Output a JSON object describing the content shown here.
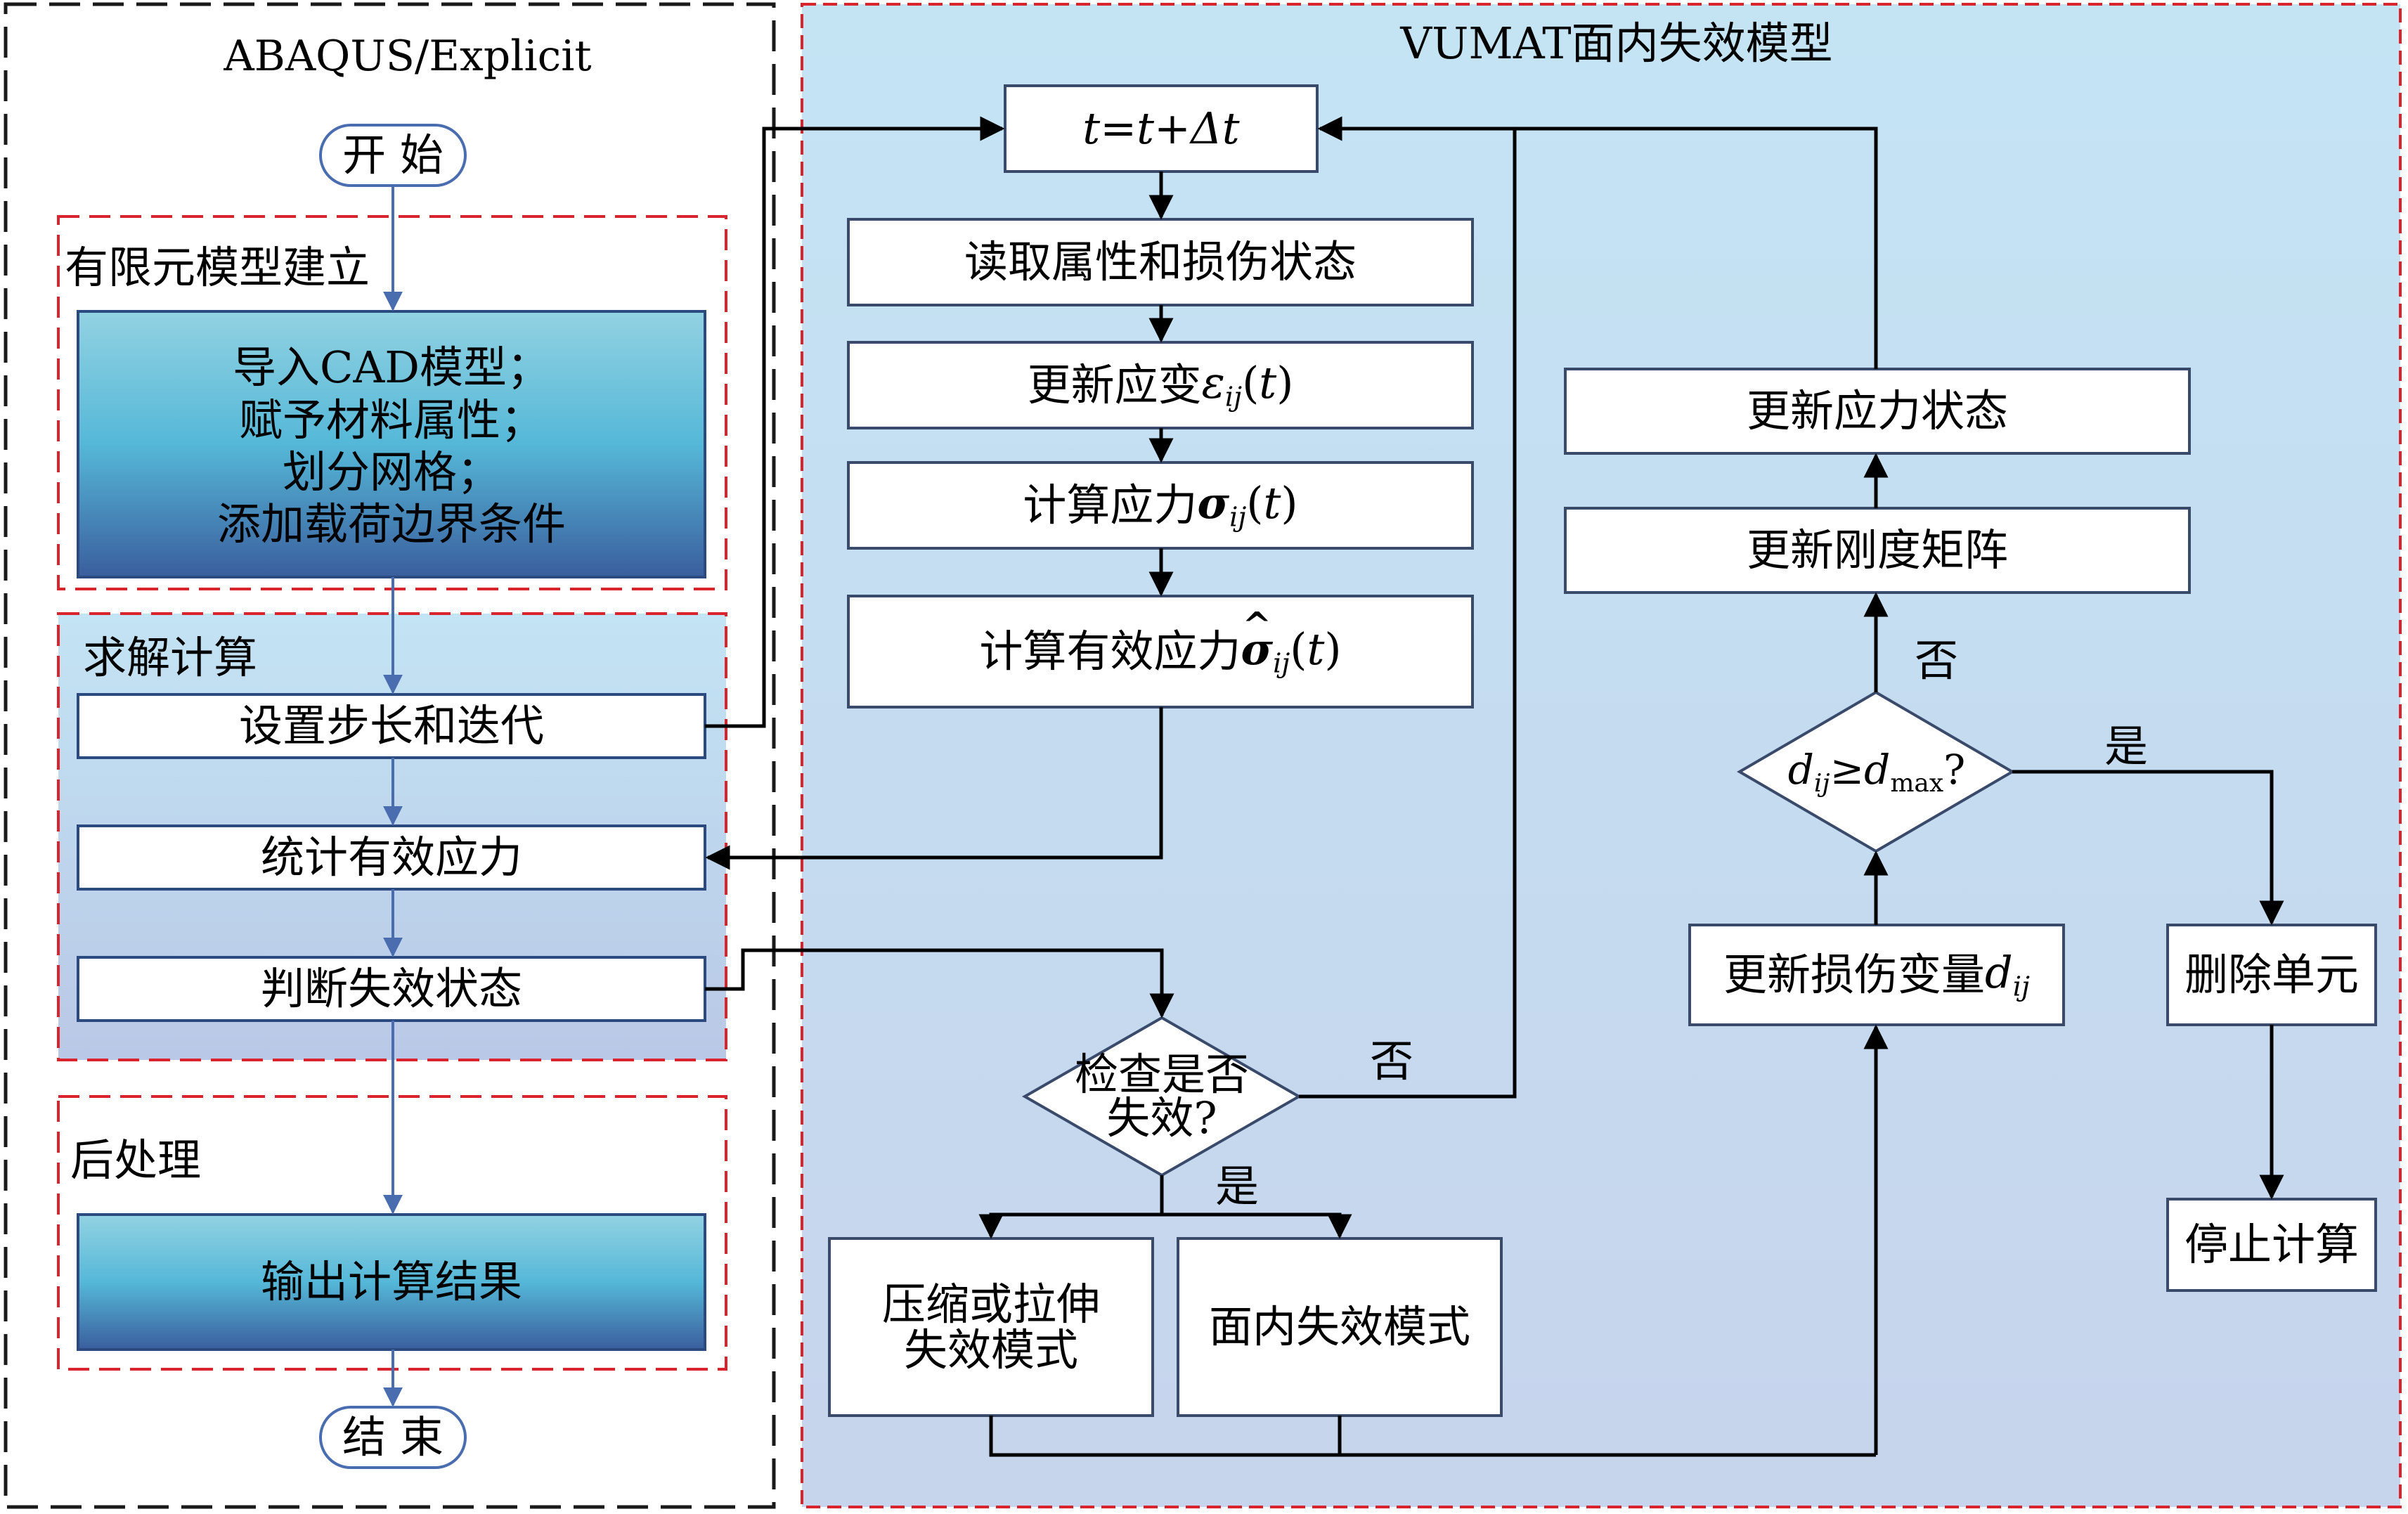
{
  "sections": {
    "abaqus_title": "ABAQUS/Explicit",
    "vumat_title": "VUMAT面内失效模型",
    "fem_group": "有限元模型建立",
    "solve_group": "求解计算",
    "post_group": "后处理"
  },
  "terminals": {
    "start": "开 始",
    "end": "结 束"
  },
  "abaqus_steps": {
    "fem_lines": [
      "导入CAD模型；",
      "赋予材料属性；",
      "划分网格；",
      "添加载荷边界条件"
    ],
    "set_step": "设置步长和迭代",
    "stat_stress": "统计有效应力",
    "judge_state": "判断失效状态",
    "output": "输出计算结果"
  },
  "vumat_steps": {
    "time_update": "t=t+Δt",
    "read_props": "读取属性和损伤状态",
    "update_strain_prefix": "更新应变",
    "calc_stress_prefix": "计算应力",
    "calc_eff_stress_prefix": "计算有效应力",
    "check_fail_lines": [
      "检查是否",
      "失效?"
    ],
    "mode_tension": [
      "压缩或拉伸",
      "失效模式"
    ],
    "mode_inplane": "面内失效模式",
    "update_damage_prefix": "更新损伤变量",
    "damage_check": "dij≥dmax?",
    "update_stiffness": "更新刚度矩阵",
    "update_stress_state": "更新应力状态",
    "delete_element": "删除单元",
    "stop_calc": "停止计算"
  },
  "decision_labels": {
    "check_no": "否",
    "check_yes": "是",
    "damage_no": "否",
    "damage_yes": "是"
  },
  "colors": {
    "outer_frame": "#1a1a1a",
    "group_border": "#d9232d",
    "arrow_blue": "#4a6db0",
    "arrow_black": "#000000",
    "vumat_bg_top": "#c2e3f3",
    "vumat_bg_bottom": "#c8d6ec",
    "box_teal_top": "#8fd0e0",
    "box_teal_bottom": "#3a5f9e"
  }
}
